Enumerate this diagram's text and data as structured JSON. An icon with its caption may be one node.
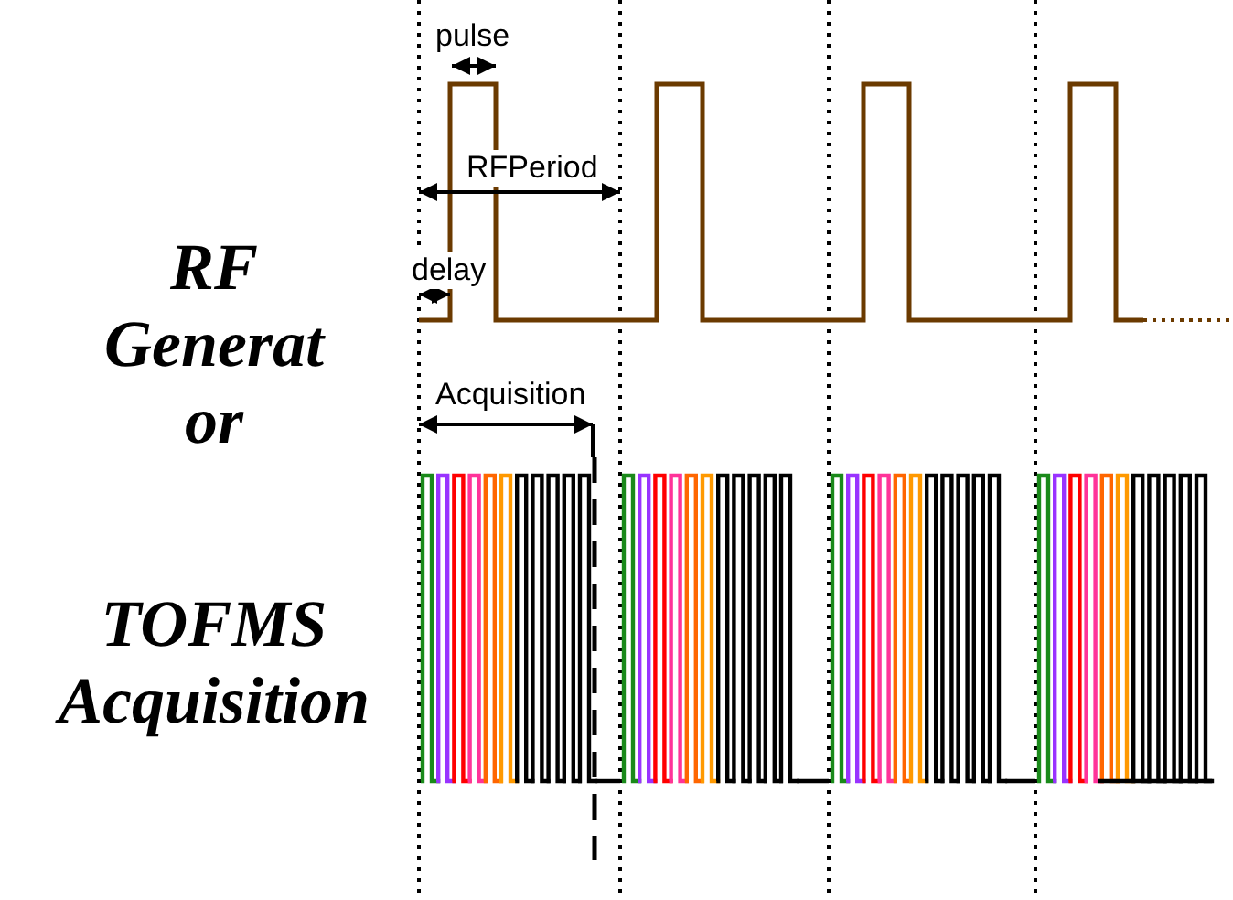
{
  "diagram": {
    "labels": [
      "RF Generat or",
      "TOFMS Acquisition",
      "pulse",
      "RFPeriod",
      "delay",
      "Acquisition"
    ]
  }
}
